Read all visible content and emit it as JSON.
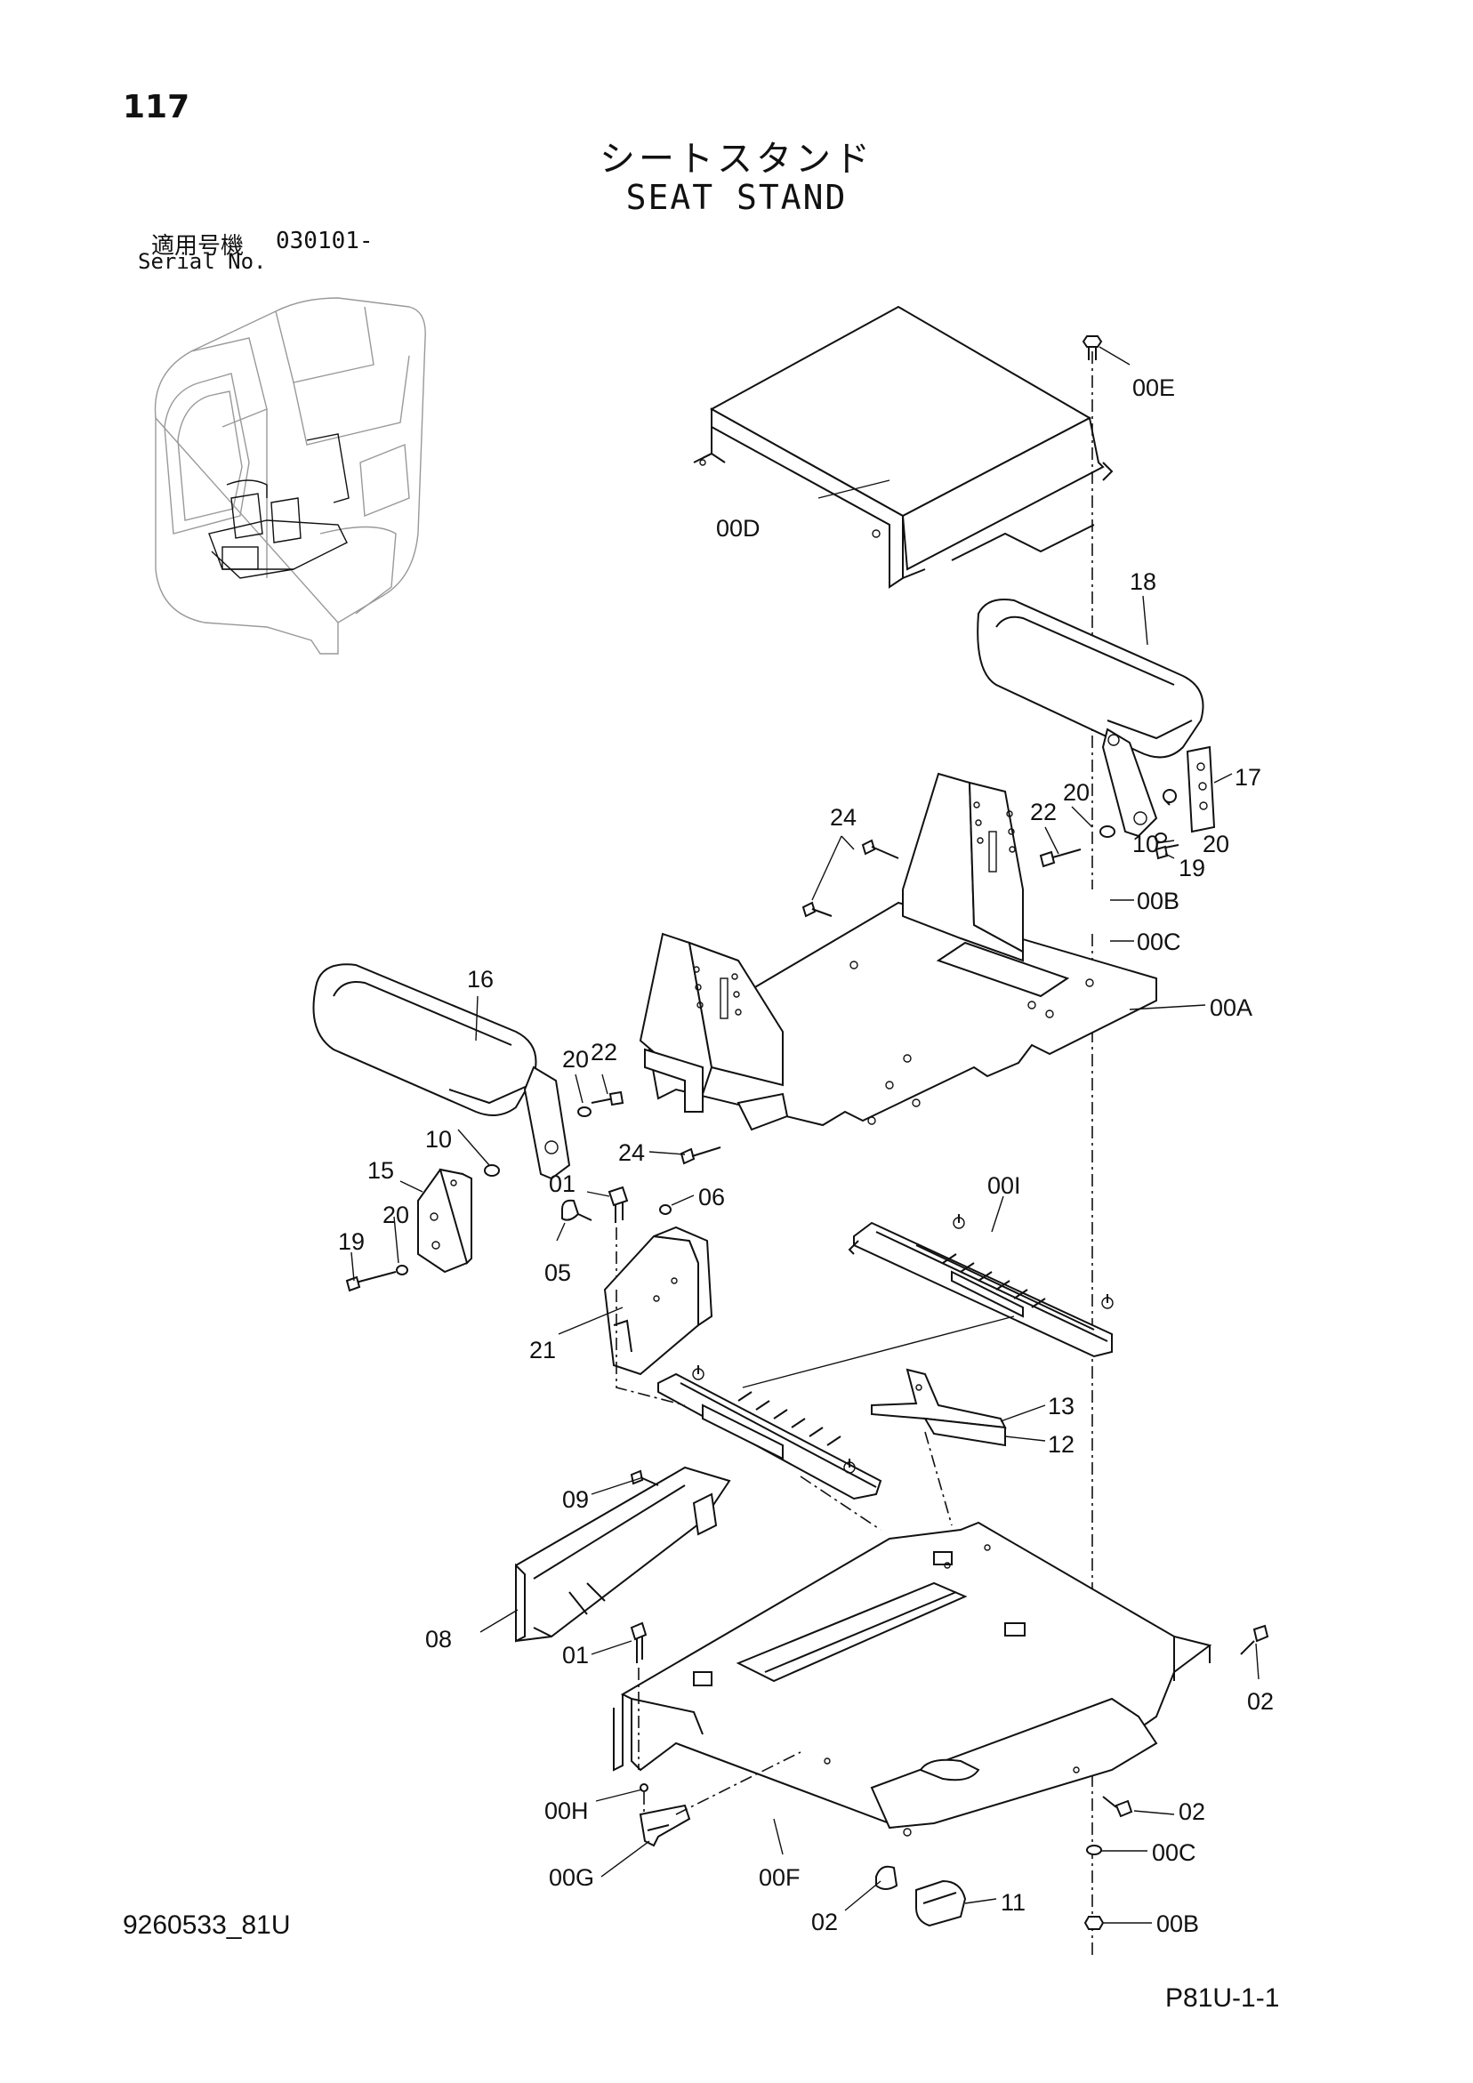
{
  "header": {
    "page_number": "117",
    "title_jp": "シートスタンド",
    "title_en": "SEAT STAND",
    "serial_label_jp": "適用号機",
    "serial_range": "030101-",
    "serial_label_en": "Serial No."
  },
  "footer": {
    "doc_code": "9260533_81U",
    "page_code": "P81U-1-1"
  },
  "callouts": [
    "00E",
    "00D",
    "18",
    "17",
    "20",
    "22",
    "10",
    "20",
    "19",
    "24",
    "00B",
    "00C",
    "00A",
    "16",
    "20",
    "22",
    "10",
    "15",
    "20",
    "19",
    "24",
    "01",
    "06",
    "05",
    "00I",
    "21",
    "13",
    "12",
    "09",
    "08",
    "01",
    "02",
    "00H",
    "02",
    "00G",
    "00F",
    "00C",
    "02",
    "11",
    "00B"
  ]
}
